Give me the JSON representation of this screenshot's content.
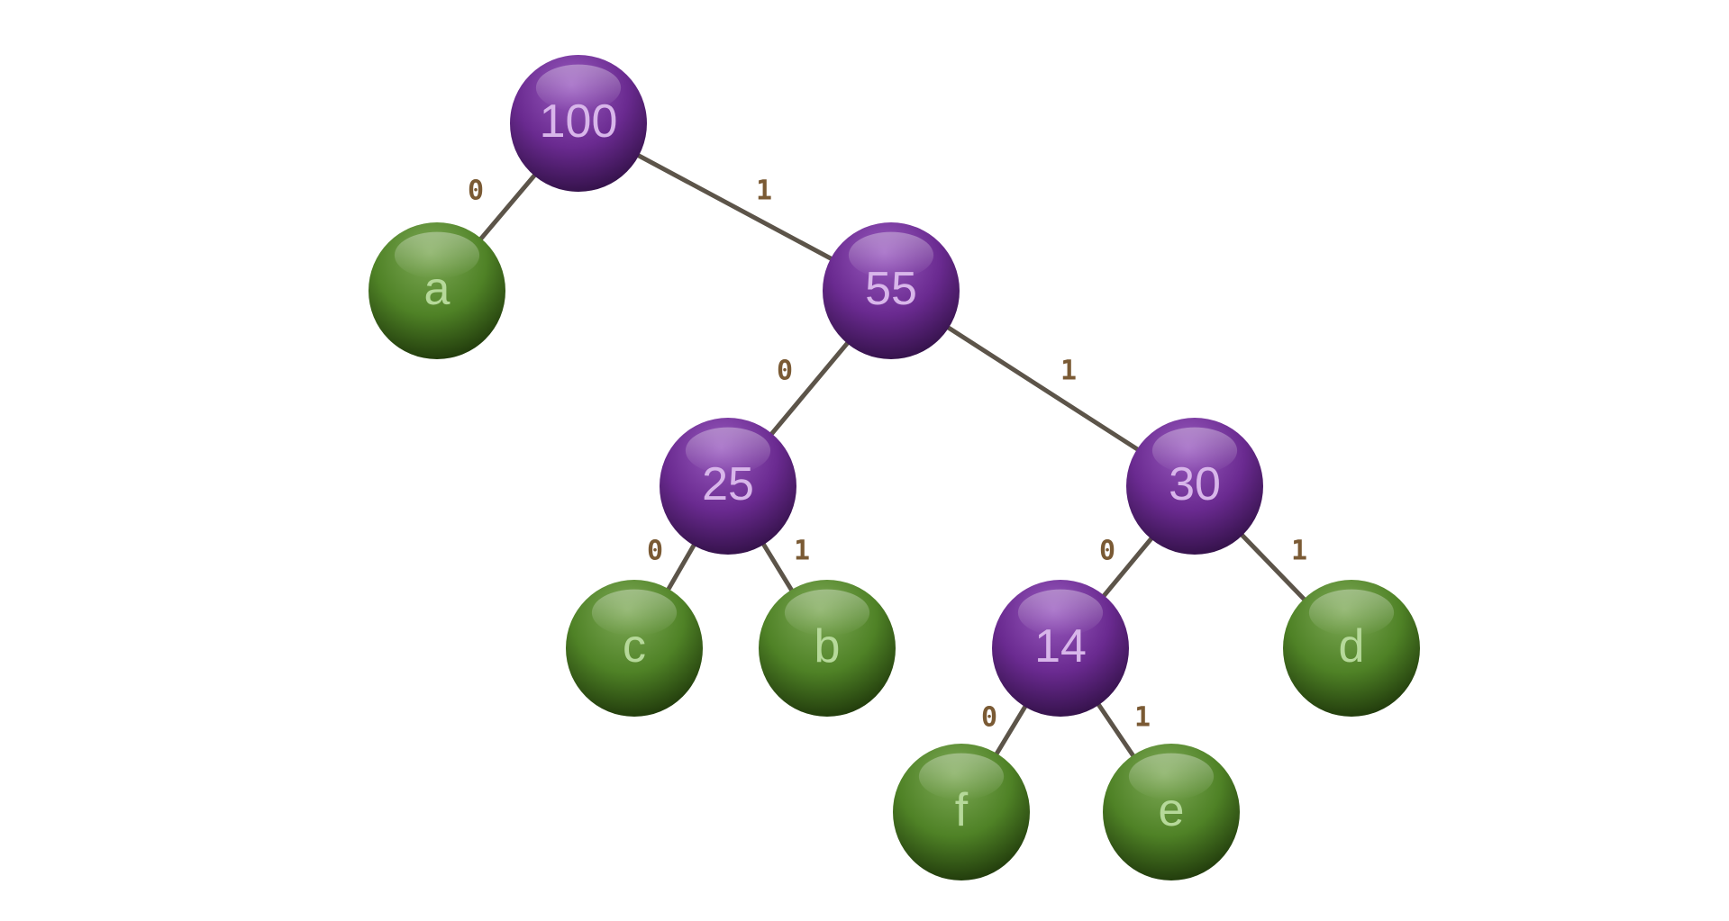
{
  "colors": {
    "internal_node": "#6a2a90",
    "internal_node_light": "#9a5cc0",
    "internal_node_dark": "#2e0f42",
    "internal_text": "#d8b6ea",
    "leaf_node": "#4f8226",
    "leaf_node_light": "#7faa58",
    "leaf_node_dark": "#1c3309",
    "leaf_text": "#b6d99a",
    "edge": "#5c5449",
    "edge_label": "#7a5a34"
  },
  "nodes": [
    {
      "id": "n100",
      "label": "100",
      "kind": "internal"
    },
    {
      "id": "a",
      "label": "a",
      "kind": "leaf"
    },
    {
      "id": "n55",
      "label": "55",
      "kind": "internal"
    },
    {
      "id": "n25",
      "label": "25",
      "kind": "internal"
    },
    {
      "id": "n30",
      "label": "30",
      "kind": "internal"
    },
    {
      "id": "c",
      "label": "c",
      "kind": "leaf"
    },
    {
      "id": "b",
      "label": "b",
      "kind": "leaf"
    },
    {
      "id": "n14",
      "label": "14",
      "kind": "internal"
    },
    {
      "id": "d",
      "label": "d",
      "kind": "leaf"
    },
    {
      "id": "f",
      "label": "f",
      "kind": "leaf"
    },
    {
      "id": "e",
      "label": "e",
      "kind": "leaf"
    }
  ],
  "edges": [
    {
      "from": "n100",
      "to": "a",
      "label": "0"
    },
    {
      "from": "n100",
      "to": "n55",
      "label": "1"
    },
    {
      "from": "n55",
      "to": "n25",
      "label": "0"
    },
    {
      "from": "n55",
      "to": "n30",
      "label": "1"
    },
    {
      "from": "n25",
      "to": "c",
      "label": "0"
    },
    {
      "from": "n25",
      "to": "b",
      "label": "1"
    },
    {
      "from": "n30",
      "to": "n14",
      "label": "0"
    },
    {
      "from": "n30",
      "to": "d",
      "label": "1"
    },
    {
      "from": "n14",
      "to": "f",
      "label": "0"
    },
    {
      "from": "n14",
      "to": "e",
      "label": "1"
    }
  ]
}
